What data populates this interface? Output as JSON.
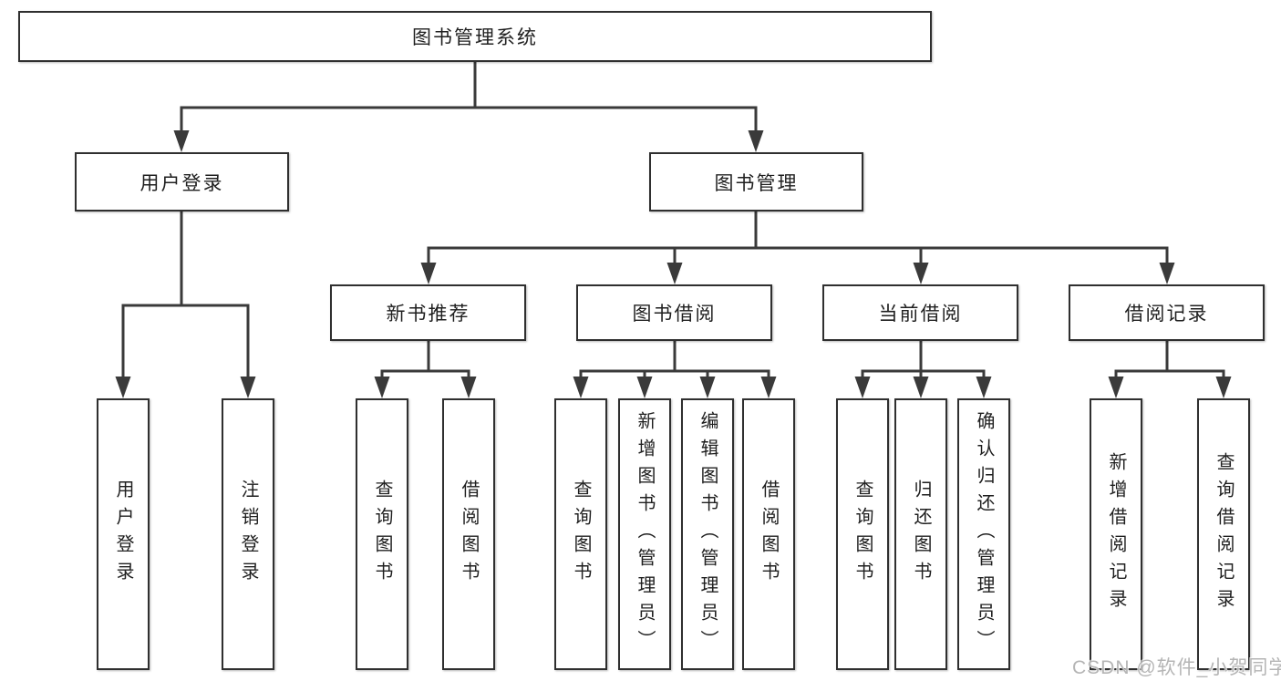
{
  "diagram": {
    "root": {
      "label": "图书管理系统"
    },
    "branches": [
      {
        "label": "用户登录",
        "children": [
          {
            "label": "用户登录"
          },
          {
            "label": "注销登录"
          }
        ]
      },
      {
        "label": "图书管理",
        "children": [
          {
            "label": "新书推荐",
            "children": [
              {
                "label": "查询图书"
              },
              {
                "label": "借阅图书"
              }
            ]
          },
          {
            "label": "图书借阅",
            "children": [
              {
                "label": "查询图书"
              },
              {
                "label": "新增图书（管理员）"
              },
              {
                "label": "编辑图书（管理员）"
              },
              {
                "label": "借阅图书"
              }
            ]
          },
          {
            "label": "当前借阅",
            "children": [
              {
                "label": "查询图书"
              },
              {
                "label": "归还图书"
              },
              {
                "label": "确认归还（管理员）"
              }
            ]
          },
          {
            "label": "借阅记录",
            "children": [
              {
                "label": "新增借阅记录"
              },
              {
                "label": "查询借阅记录"
              }
            ]
          }
        ]
      }
    ]
  },
  "watermark": {
    "text": "CSDN @软件_小贺同学"
  },
  "colors": {
    "line": "#3a3a3a",
    "box_border": "#2f2f2f",
    "text": "#1f1f1f",
    "background": "#ffffff",
    "watermark": "#b5b5b5"
  }
}
